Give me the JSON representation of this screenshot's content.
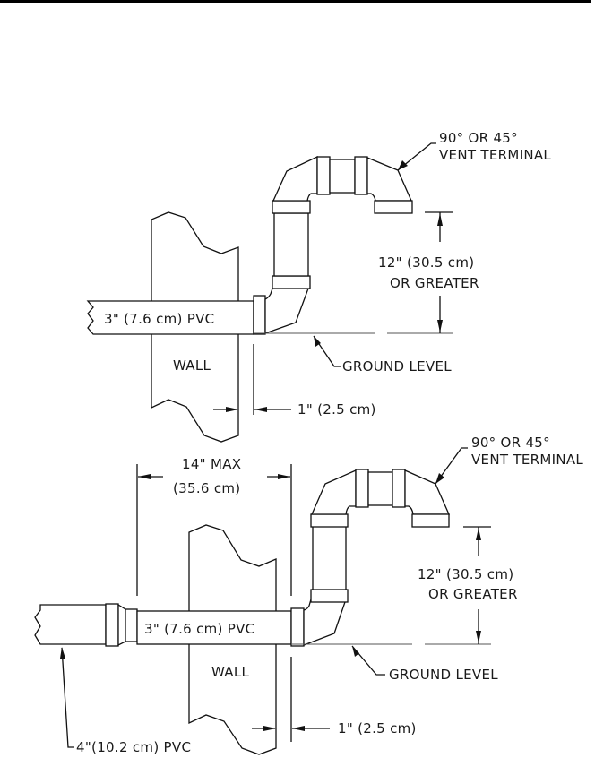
{
  "page": {
    "type": "technical installation diagram",
    "subject": "PVC vent pipe termination through wall"
  },
  "diagram_top": {
    "vent_terminal_label_line1": "90° OR 45°",
    "vent_terminal_label_line2": "VENT TERMINAL",
    "height_label_line1": "12\" (30.5 cm)",
    "height_label_line2": "OR GREATER",
    "pipe_label": "3\" (7.6 cm) PVC",
    "wall_label": "WALL",
    "ground_label": "GROUND LEVEL",
    "clearance_label": "1\" (2.5 cm)"
  },
  "diagram_bottom": {
    "max_length_label_line1": "14\" MAX",
    "max_length_label_line2": "(35.6 cm)",
    "vent_terminal_label_line1": "90° OR 45°",
    "vent_terminal_label_line2": "VENT TERMINAL",
    "height_label_line1": "12\" (30.5 cm)",
    "height_label_line2": "OR GREATER",
    "pipe_label": "3\" (7.6 cm) PVC",
    "wall_label": "WALL",
    "ground_label": "GROUND LEVEL",
    "clearance_label": "1\" (2.5 cm)",
    "large_pipe_label": "4\"(10.2 cm) PVC"
  }
}
